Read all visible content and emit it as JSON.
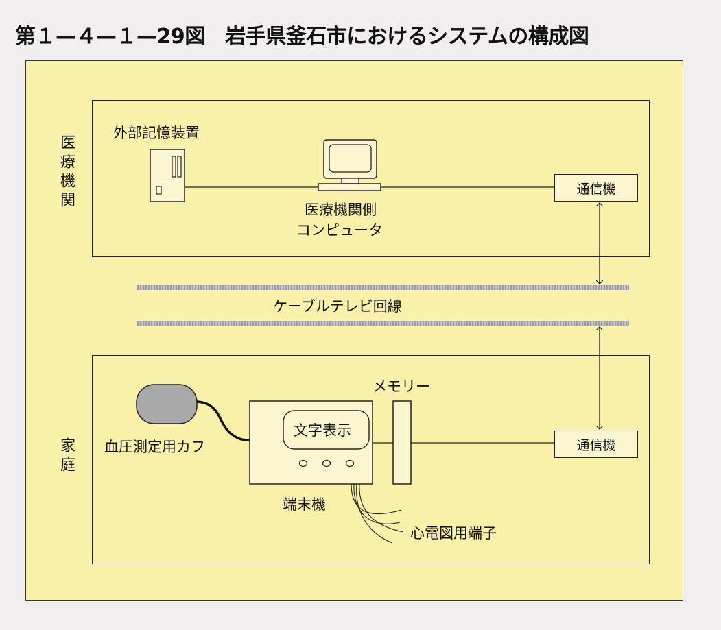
{
  "title": "第１—４—１—29図　岩手県釜石市におけるシステムの構成図",
  "medical": {
    "side_label": "医療機関",
    "storage_label": "外部記憶装置",
    "computer_label_line1": "医療機関側",
    "computer_label_line2": "コンピュータ",
    "comm_label": "通信機"
  },
  "cable": {
    "label": "ケーブルテレビ回線"
  },
  "home": {
    "side_label": "家庭",
    "cuff_label": "血圧測定用カフ",
    "display_label": "文字表示",
    "terminal_label": "端末機",
    "memory_label": "メモリー",
    "ecg_label": "心電図用端子",
    "comm_label": "通信機"
  },
  "colors": {
    "panel": "#f9f0a9",
    "cuff": "#a9a9a9",
    "page": "#f0eeee"
  }
}
